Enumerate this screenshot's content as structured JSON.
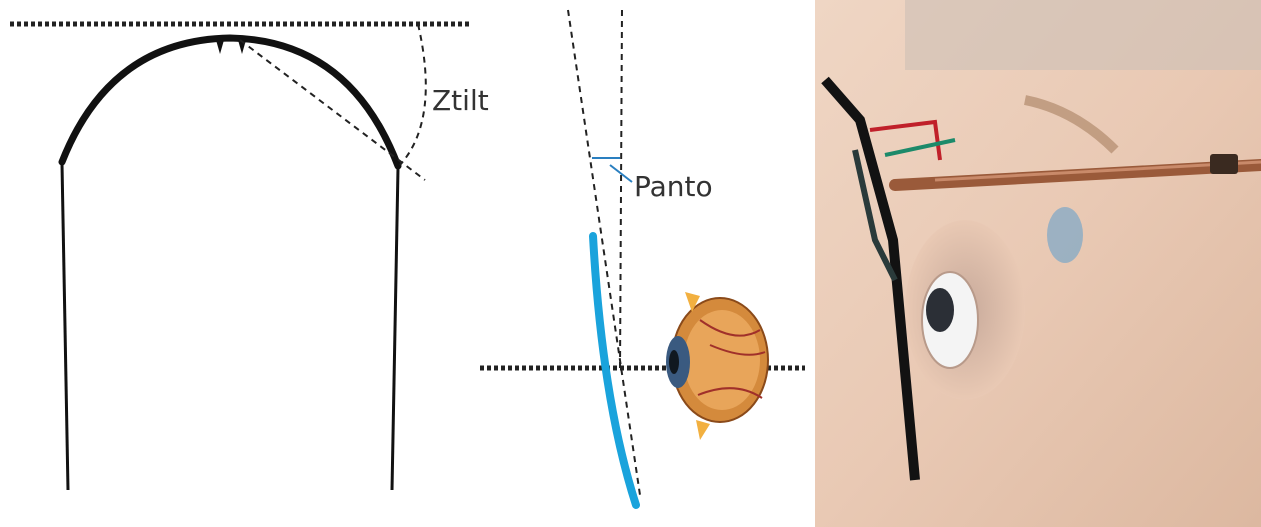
{
  "diagrams": {
    "ztilt": {
      "label": "Ztilt"
    },
    "panto": {
      "label": "Panto"
    }
  },
  "photo": {
    "subject": "side-view-eyeglasses-on-face"
  },
  "colors": {
    "frame": "#111111",
    "lens": "#1aa3dc",
    "dash": "#222222",
    "angle_marker": "#2a7fc0",
    "eye_iris": "#3a5a80",
    "eye_body": "#d48a3c",
    "skin": "#e9c9b4"
  }
}
